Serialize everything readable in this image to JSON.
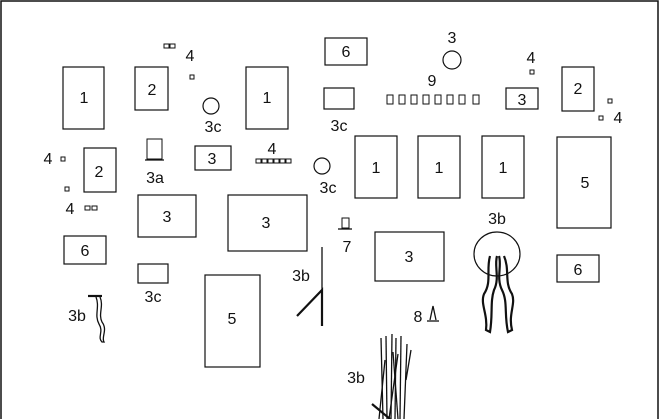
{
  "labels": {
    "n1": "1",
    "n2": "2",
    "n3": "3",
    "n3a": "3a",
    "n3b": "3b",
    "n3c": "3c",
    "n4": "4",
    "n5": "5",
    "n6": "6",
    "n7": "7",
    "n8": "8",
    "n9": "9"
  }
}
